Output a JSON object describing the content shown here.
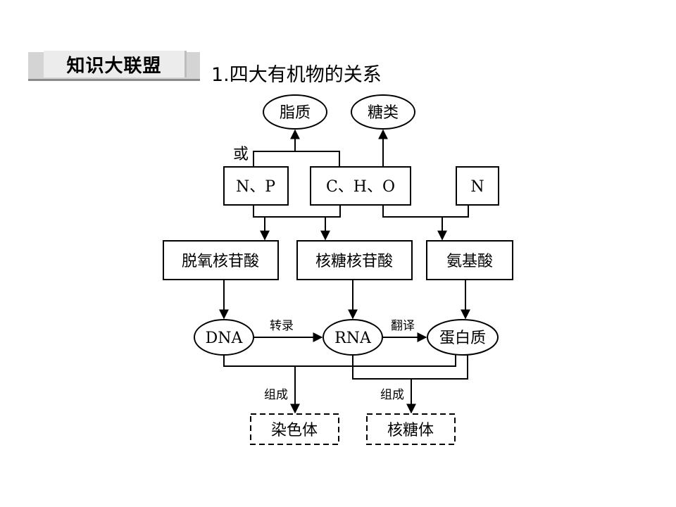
{
  "header": {
    "banner_label": "知识大联盟",
    "section_title": "1.四大有机物的关系"
  },
  "diagram": {
    "top": {
      "lipid": "脂质",
      "sugar": "糖类"
    },
    "or_label": "或",
    "elements": {
      "np": "N、P",
      "cho": "C、H、O",
      "n": "N"
    },
    "monomers": {
      "deoxynucleotide": "脱氧核苷酸",
      "ribonucleotide": "核糖核苷酸",
      "amino_acid": "氨基酸"
    },
    "macromolecules": {
      "dna": "DNA",
      "rna": "RNA",
      "protein": "蛋白质"
    },
    "processes": {
      "transcription": "转录",
      "translation": "翻译"
    },
    "compose_label_left": "组成",
    "compose_label_right": "组成",
    "structures": {
      "chromosome": "染色体",
      "ribosome": "核糖体"
    }
  }
}
